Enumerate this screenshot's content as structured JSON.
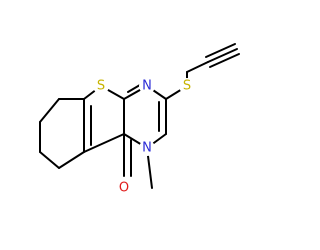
{
  "molecule": {
    "atoms": [
      {
        "id": "S1",
        "label": "S",
        "color": "#c8b400"
      },
      {
        "id": "N1",
        "label": "N",
        "color": "#2b2bd6"
      },
      {
        "id": "S2",
        "label": "S",
        "color": "#c8b400"
      },
      {
        "id": "N2",
        "label": "N",
        "color": "#2b2bd6"
      },
      {
        "id": "O1",
        "label": "O",
        "color": "#e01b1b"
      }
    ]
  }
}
